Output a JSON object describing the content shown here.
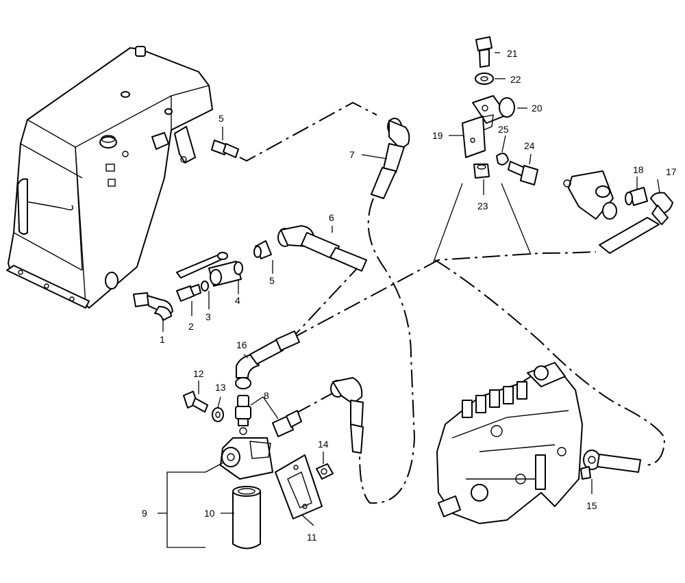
{
  "callouts": {
    "c1": "1",
    "c2": "2",
    "c3": "3",
    "c4": "4",
    "c5a": "5",
    "c5b": "5",
    "c6": "6",
    "c7": "7",
    "c8": "8",
    "c9": "9",
    "c10": "10",
    "c11": "11",
    "c12": "12",
    "c13": "13",
    "c14": "14",
    "c15": "15",
    "c16": "16",
    "c17": "17",
    "c18": "18",
    "c19": "19",
    "c20": "20",
    "c21": "21",
    "c22": "22",
    "c23": "23",
    "c24": "24",
    "c25": "25"
  }
}
